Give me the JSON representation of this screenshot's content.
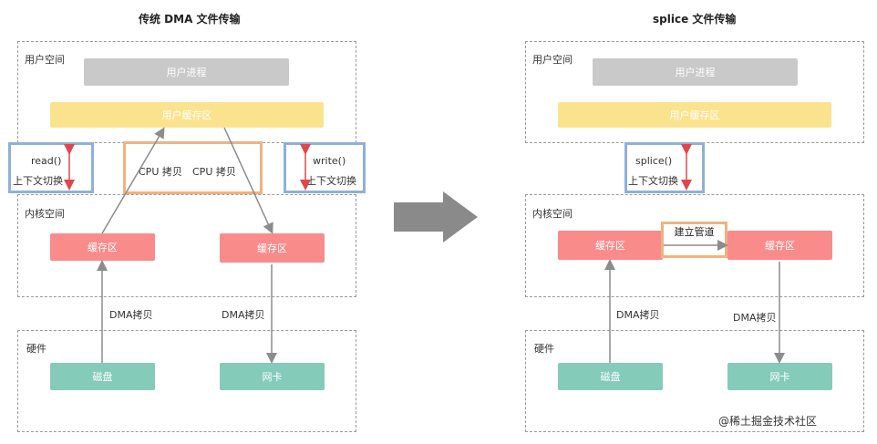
{
  "left": {
    "title": "传统 DMA 文件传输",
    "user_space_label": "用户空间",
    "user_process": "用户进程",
    "user_buffer": "用户缓存区",
    "read_call": "read()",
    "read_ctx": "上下文切换",
    "cpu_copy_1": "CPU 拷贝",
    "cpu_copy_2": "CPU 拷贝",
    "write_call": "write()",
    "write_ctx": "上下文切换",
    "kernel_space_label": "内核空间",
    "kernel_buffer_1": "缓存区",
    "kernel_buffer_2": "缓存区",
    "dma_copy_1": "DMA拷贝",
    "dma_copy_2": "DMA拷贝",
    "hardware_label": "硬件",
    "disk": "磁盘",
    "nic": "网卡"
  },
  "right": {
    "title": "splice 文件传输",
    "user_space_label": "用户空间",
    "user_process": "用户进程",
    "user_buffer": "用户缓存区",
    "splice_call": "splice()",
    "splice_ctx": "上下文切换",
    "kernel_space_label": "内核空间",
    "kernel_buffer_1": "缓存区",
    "pipe": "建立管道",
    "kernel_buffer_2": "缓存区",
    "dma_copy_1": "DMA拷贝",
    "dma_copy_2": "DMA拷贝",
    "hardware_label": "硬件",
    "disk": "磁盘",
    "nic": "网卡"
  },
  "watermark": "@稀土掘金技术社区",
  "colors": {
    "dashed_border": "#9a9a9a",
    "gray_box": "#c9c9c9",
    "yellow_box": "#fbe38e",
    "red_box": "#f98b8b",
    "teal_box": "#85cbb9",
    "blue_frame": "#8fb0d8",
    "orange_frame": "#f0b37e",
    "red_arrow": "#e0474c",
    "gray_arrow": "#8c8c8c",
    "big_arrow": "#8a8a8a"
  }
}
